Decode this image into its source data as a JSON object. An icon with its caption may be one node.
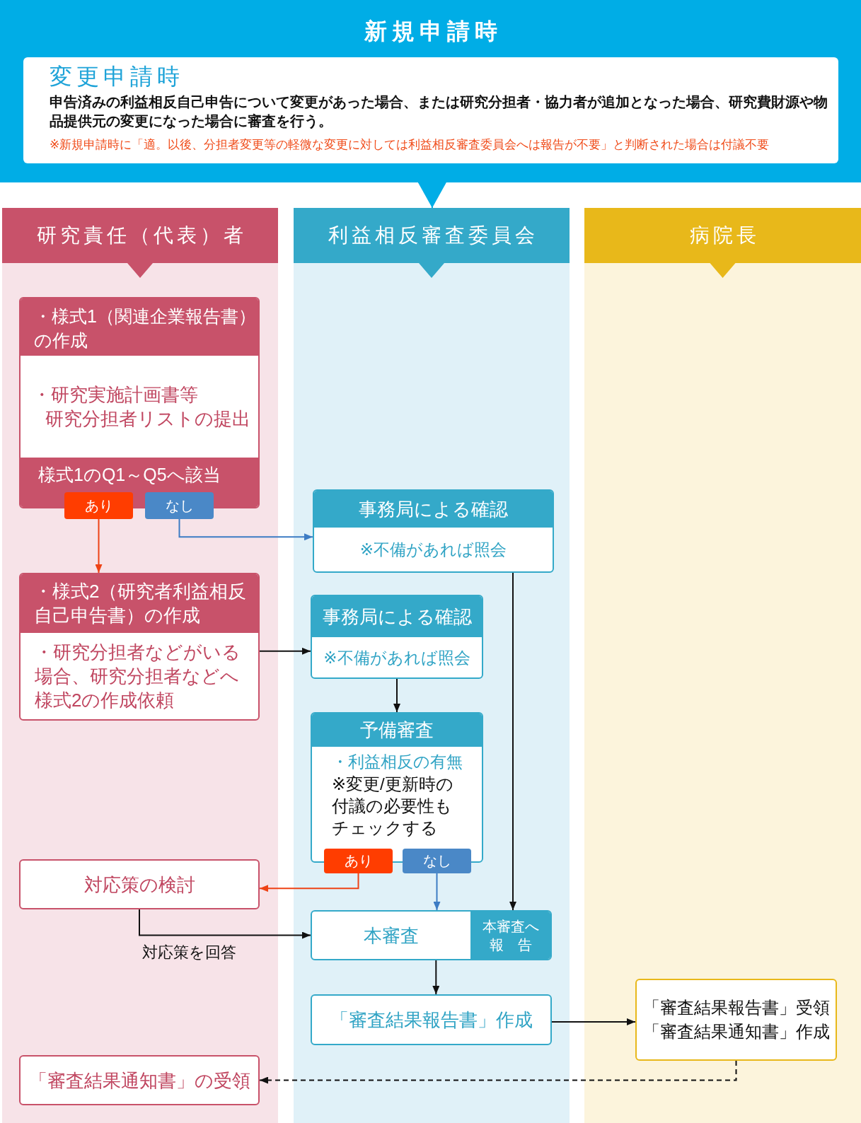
{
  "diagram": {
    "nodes": [
      {
        "text": [
          "新規申請時"
        ]
      },
      {
        "text": [
          "変更申請時",
          "申告済みの利益相反自己申告について変更があった場合、または研究分担者・協力者が追加となった場合、研究費財源や物品提供元の変更になった場合に審査を行う。",
          "※新規申請時に「適。以後、分担者変更等の軽微な変更に対しては利益相反審査委員会へは報告が不要」と判断された場合は付議不要"
        ],
        "in": 0
      },
      {
        "text": [
          "研究責任（代表）者"
        ]
      },
      {
        "text": [
          "利益相反審査委員会"
        ]
      },
      {
        "text": [
          "病院長"
        ]
      },
      {
        "text": [
          "・様式1（関連企業報告書）の作成",
          "・研究実施計画書等",
          "研究分担者リストの提出",
          "様式1のQ1～Q5へ該当"
        ],
        "in": 2
      },
      {
        "text": [
          "あり"
        ],
        "in": 2
      },
      {
        "text": [
          "なし"
        ],
        "in": 2
      },
      {
        "text": [
          "事務局による確認",
          "※不備があれば照会"
        ],
        "in": 3
      },
      {
        "text": [
          "・様式2（研究者利益相反自己申告書）の作成",
          "・研究分担者などがいる場合、研究分担者などへ様式2の作成依頼"
        ],
        "in": 2
      },
      {
        "text": [
          "事務局による確認",
          "※不備があれば照会"
        ],
        "in": 3
      },
      {
        "text": [
          "予備審査",
          "・利益相反の有無",
          "※変更/更新時の付議の必要性もチェックする"
        ],
        "in": 3
      },
      {
        "text": [
          "あり"
        ],
        "in": 3
      },
      {
        "text": [
          "なし"
        ],
        "in": 3
      },
      {
        "text": [
          "対応策の検討"
        ],
        "in": 2
      },
      {
        "text": [
          "本審査",
          "本審査へ報　告"
        ],
        "in": 3
      },
      {
        "text": [
          "「審査結果報告書」作成"
        ],
        "in": 3
      },
      {
        "text": [
          "「審査結果報告書」受領",
          "「審査結果通知書」作成"
        ],
        "in": 4
      },
      {
        "text": [
          "「審査結果通知書」の受領"
        ],
        "in": 2
      }
    ],
    "edges": [
      {
        "from": 0,
        "to": 3,
        "arrow": "to",
        "color": "#00ade6"
      },
      {
        "from": 6,
        "to": 9,
        "arrow": "to",
        "color": "#ee4316"
      },
      {
        "from": 7,
        "to": 8,
        "arrow": "to",
        "color": "#3d7cc4"
      },
      {
        "from": 9,
        "to": 10,
        "arrow": "to"
      },
      {
        "from": 10,
        "to": 11,
        "arrow": "to"
      },
      {
        "from": 8,
        "to": 15,
        "arrow": "to"
      },
      {
        "from": 12,
        "to": 14,
        "arrow": "to",
        "color": "#ee4316"
      },
      {
        "from": 13,
        "to": 15,
        "arrow": "to",
        "color": "#3d7cc4"
      },
      {
        "from": 14,
        "to": 15,
        "arrow": "to",
        "label": "対応策を回答"
      },
      {
        "from": 15,
        "to": 16,
        "arrow": "to"
      },
      {
        "from": 16,
        "to": 17,
        "arrow": "to"
      },
      {
        "from": 17,
        "to": 18,
        "arrow": "to",
        "style": "dashed"
      }
    ]
  }
}
